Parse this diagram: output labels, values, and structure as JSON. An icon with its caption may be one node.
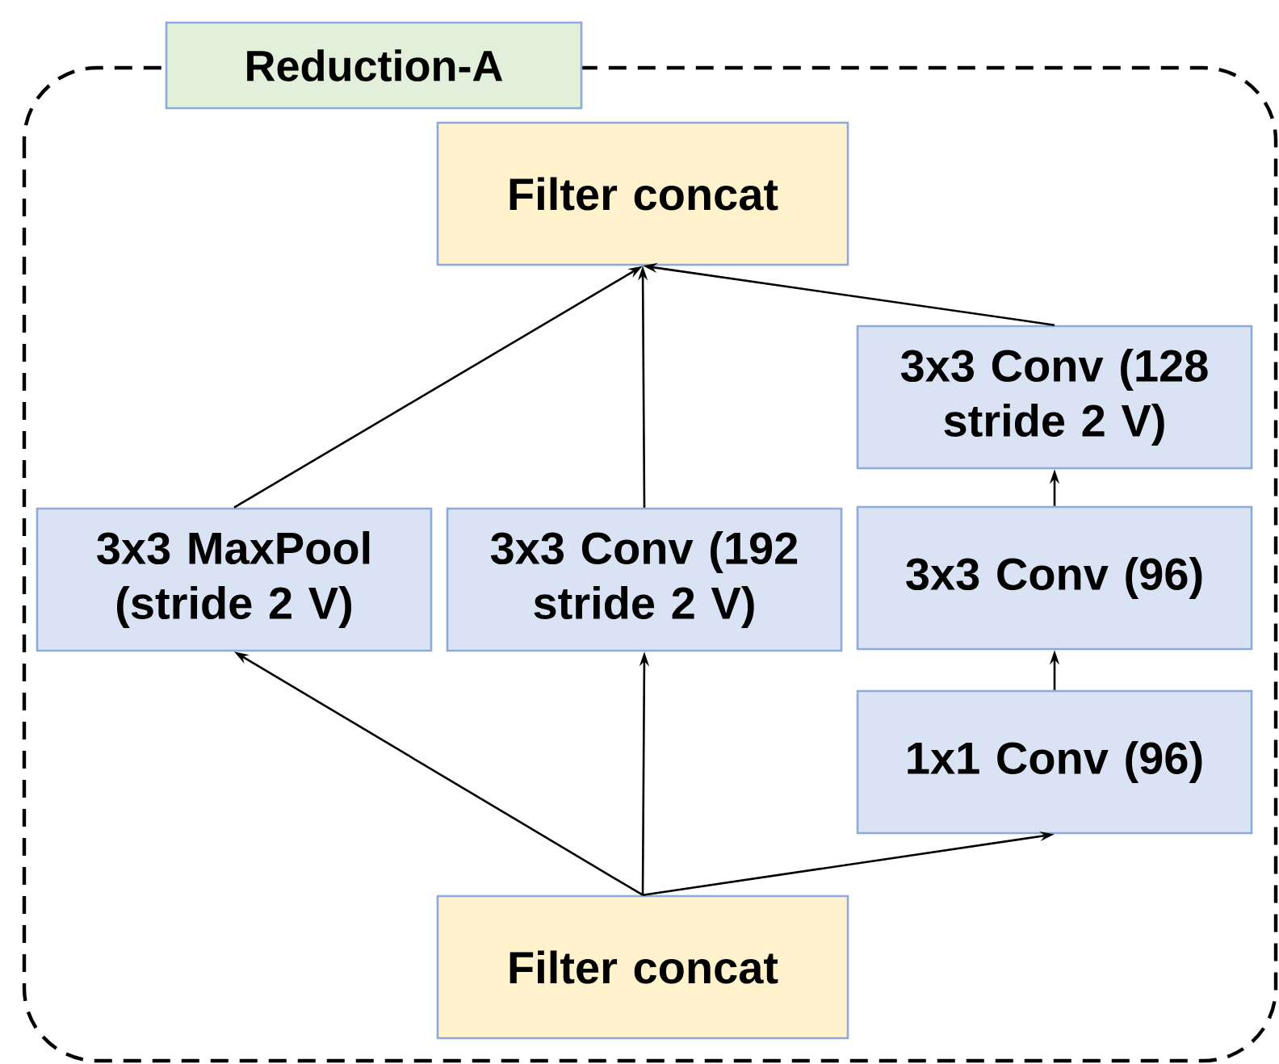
{
  "diagram": {
    "nodes": [
      {
        "text": [
          "Reduction-A"
        ]
      },
      {
        "text": [
          "Filter concat"
        ],
        "in": 0
      },
      {
        "text": [
          "3x3 MaxPool (stride 2 V)"
        ],
        "in": 0
      },
      {
        "text": [
          "3x3 Conv (192 stride 2 V)"
        ],
        "in": 0
      },
      {
        "text": [
          "3x3 Conv (128 stride 2 V)"
        ],
        "in": 0
      },
      {
        "text": [
          "3x3 Conv (96)"
        ],
        "in": 0
      },
      {
        "text": [
          "1x1 Conv (96)"
        ],
        "in": 0
      },
      {
        "text": [
          "Filter concat"
        ],
        "in": 0
      }
    ],
    "edges": [
      {
        "from": 7,
        "to": 2,
        "arrow": "to"
      },
      {
        "from": 7,
        "to": 3,
        "arrow": "to"
      },
      {
        "from": 7,
        "to": 6,
        "arrow": "to"
      },
      {
        "from": 6,
        "to": 5,
        "arrow": "to"
      },
      {
        "from": 5,
        "to": 4,
        "arrow": "to"
      },
      {
        "from": 2,
        "to": 1,
        "arrow": "to"
      },
      {
        "from": 3,
        "to": 1,
        "arrow": "to"
      },
      {
        "from": 4,
        "to": 1,
        "arrow": "to"
      }
    ]
  }
}
